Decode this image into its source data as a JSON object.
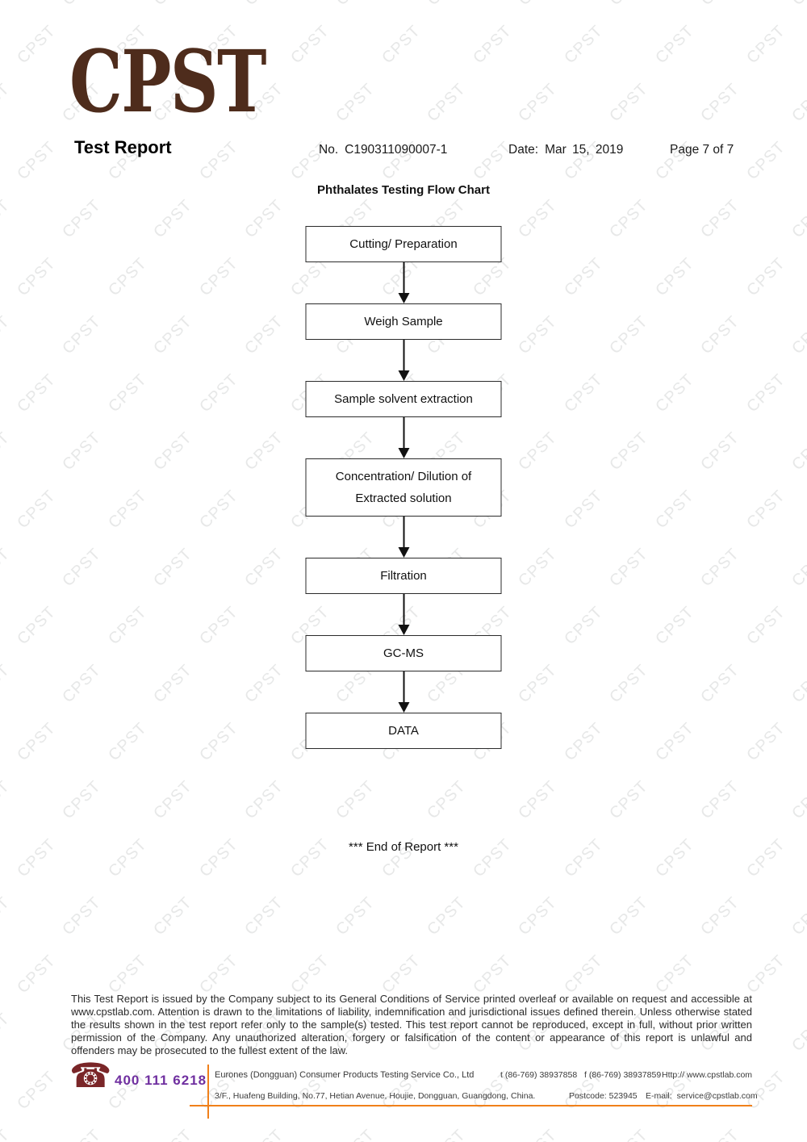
{
  "watermark": {
    "text": "CPST",
    "color": "#e7e8e8"
  },
  "logo": {
    "text": "CPST",
    "color": "#4e2c1c"
  },
  "header": {
    "title": "Test Report",
    "report_no_label": "No.",
    "report_no": "C190311090007-1",
    "date_label": "Date:",
    "date": "Mar 15, 2019",
    "page": "Page 7 of 7"
  },
  "flowchart": {
    "title": "Phthalates Testing Flow Chart",
    "steps": [
      "Cutting/ Preparation",
      "Weigh Sample",
      "Sample solvent extraction",
      "Concentration/ Dilution of Extracted solution",
      "Filtration",
      "GC-MS",
      "DATA"
    ]
  },
  "end_of_report": "*** End of Report ***",
  "disclaimer": "This Test Report is issued by the Company subject to its General Conditions of Service printed overleaf or available on request and accessible at www.cpstlab.com. Attention is drawn to the limitations of liability, indemnification and jurisdictional issues defined therein. Unless otherwise stated the results shown in the test report refer only to the sample(s) tested. This test report cannot be reproduced, except in full, without prior written permission of the Company. Any unauthorized alteration, forgery or falsification of the content or appearance of this report is unlawful and offenders may be prosecuted to the fullest extent of the law.",
  "footer": {
    "phone_icon": "☎",
    "phone_icon_color": "#7a2628",
    "hotline": "400 111 6218",
    "hotline_color": "#7030a0",
    "accent_color": "#f0801a",
    "company": "Eurones (Dongguan) Consumer Products Testing Service Co., Ltd",
    "address": "3/F., Huafeng Building, No.77, Hetian Avenue, Houjie, Dongguan, Guangdong, China.",
    "tel": "t (86-769) 38937858",
    "fax": "f (86-769) 38937859",
    "website": "Http:// www.cpstlab.com",
    "postcode": "Postcode: 523945",
    "email_label": "E-mail:",
    "email": "service@cpstlab.com"
  }
}
